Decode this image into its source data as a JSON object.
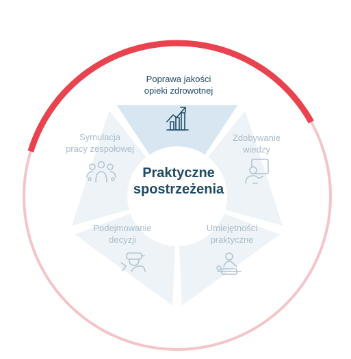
{
  "colors": {
    "accent_red": "#e8434e",
    "ring_light": "#f4c5c8",
    "segment_active": "#d7e6f0",
    "segment_inactive": "#edf3f7",
    "text_active": "#1f4a66",
    "text_inactive": "#a9bccb",
    "icon_active": "#1f4a66",
    "icon_inactive": "#b2c4d1",
    "center_text": "#1f4a66"
  },
  "center": {
    "line1": "Praktyczne",
    "line2": "spostrzeżenia"
  },
  "segments": [
    {
      "line1": "Poprawa jakości",
      "line2": "opieki zdrowotnej",
      "icon": "bar-chart-growth-icon",
      "active": true
    },
    {
      "line1": "Zdobywanie",
      "line2": "wiedzy",
      "icon": "presenter-board-icon",
      "active": false
    },
    {
      "line1": "Umiejętności",
      "line2": "praktyczne",
      "icon": "patient-care-icon",
      "active": false
    },
    {
      "line1": "Podejmowanie",
      "line2": "decyzji",
      "icon": "vr-headset-icon",
      "active": false
    },
    {
      "line1": "Symulacja",
      "line2": "pracy zespołowej",
      "icon": "team-group-icon",
      "active": false
    }
  ]
}
